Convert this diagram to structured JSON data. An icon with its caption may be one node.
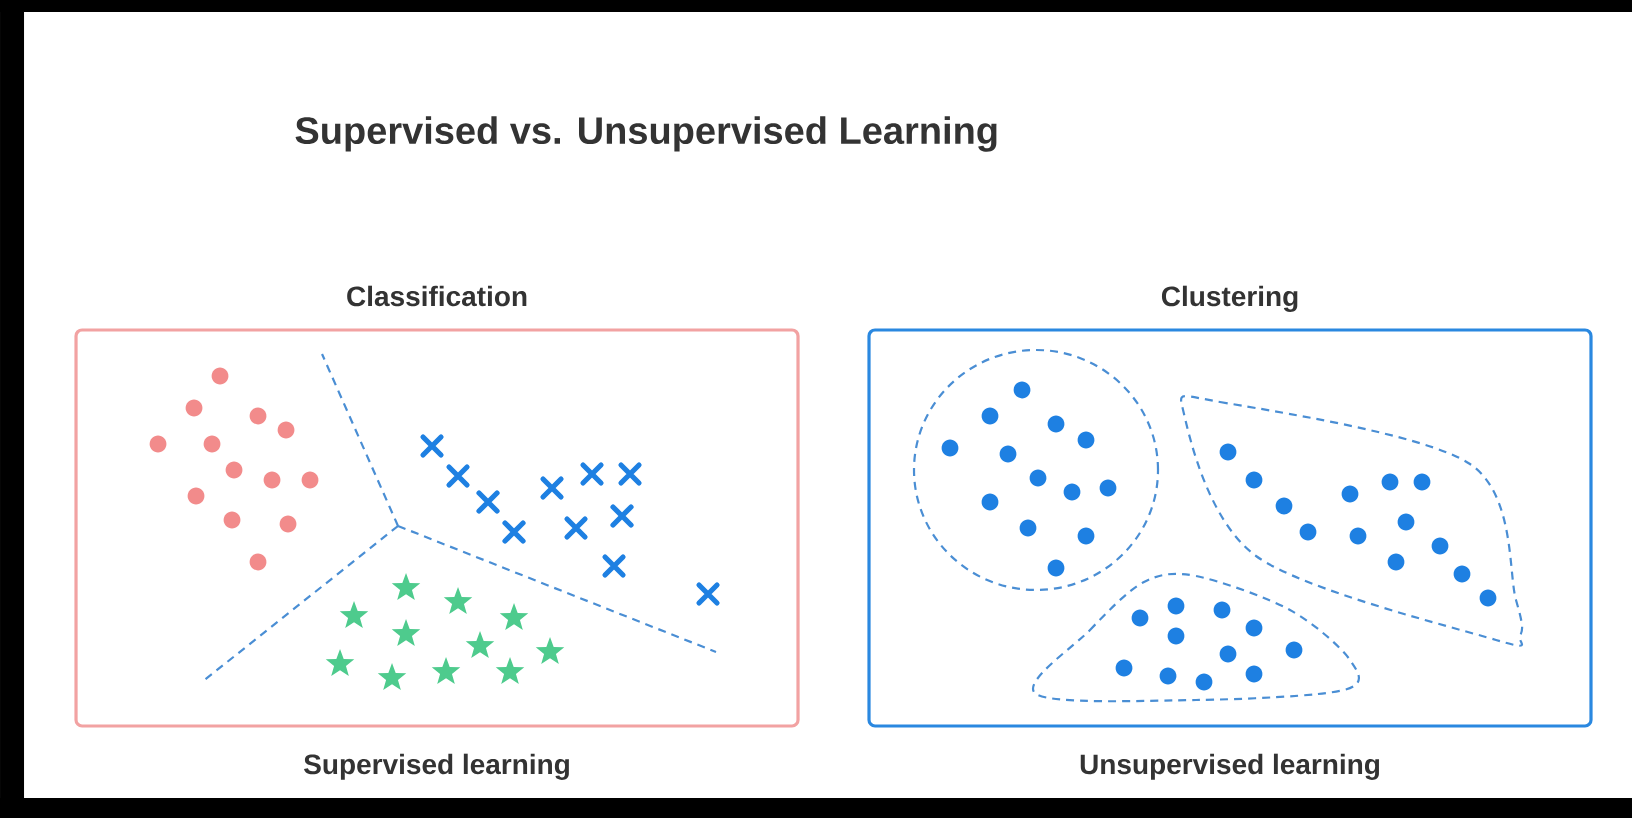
{
  "diagram": {
    "title": "Supervised vs. Unsupervised Learning",
    "nodes": [
      {
        "text": [
          "Classification"
        ],
        "beside": [
          "Supervised learning"
        ]
      },
      {
        "text": [
          "Clustering"
        ],
        "beside": [
          "Unsupervised learning"
        ]
      }
    ]
  }
}
